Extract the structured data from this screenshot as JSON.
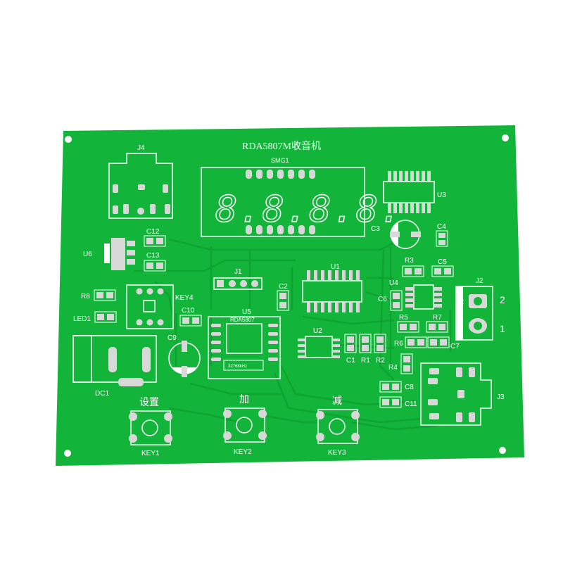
{
  "board": {
    "title": "RDA5807M收音机",
    "colors": {
      "board": "#12b53a",
      "trace": "#0fa533",
      "silkscreen": "#ffffff",
      "pad": "#d8d8d8"
    }
  },
  "labels": {
    "j4": "J4",
    "smg1": "SMG1",
    "display_digits": "8.8.8.8.",
    "c12": "C12",
    "u6": "U6",
    "c13": "C13",
    "u3": "U3",
    "c3": "C3",
    "c4": "C4",
    "j1": "J1",
    "u1": "U1",
    "r3": "R3",
    "c5": "C5",
    "j2": "J2",
    "r8": "R8",
    "key4": "KEY4",
    "c2": "C2",
    "u4": "U4",
    "c6": "C6",
    "j2_pin2": "2",
    "j2_pin1": "1",
    "led1": "LED1",
    "c10": "C10",
    "u5": "U5",
    "u5_marking": "RDA5807",
    "crystal": "32768kHz",
    "r5": "R5",
    "r7": "R7",
    "u2": "U2",
    "c9": "C9",
    "r6": "R6",
    "c7": "C7",
    "c1": "C1",
    "r1": "R1",
    "r2": "R2",
    "r4": "R4",
    "dc1": "DC1",
    "c8": "C8",
    "c11": "C11",
    "j3": "J3"
  },
  "buttons": [
    {
      "cn": "设置",
      "ref": "KEY1"
    },
    {
      "cn": "加",
      "ref": "KEY2"
    },
    {
      "cn": "减",
      "ref": "KEY3"
    }
  ]
}
